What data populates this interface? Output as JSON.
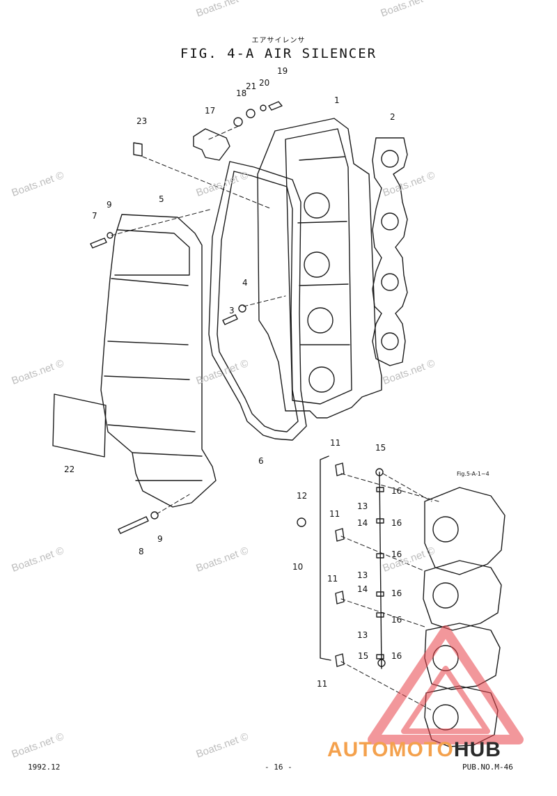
{
  "header": {
    "subtitle_jp": "エアサイレンサ",
    "title": "FIG.  4-A AIR SILENCER"
  },
  "callouts": [
    "1",
    "2",
    "3",
    "4",
    "5",
    "6",
    "7",
    "8",
    "9",
    "9",
    "10",
    "11",
    "11",
    "11",
    "11",
    "12",
    "13",
    "13",
    "13",
    "14",
    "14",
    "15",
    "15",
    "16",
    "16",
    "16",
    "16",
    "16",
    "16",
    "17",
    "18",
    "19",
    "20",
    "21",
    "22",
    "23"
  ],
  "reference_note": "Fig.5-A-1~4",
  "footer": {
    "date": "1992.12",
    "page": "- 16 -",
    "pub_no": "PUB.NO.M-46"
  },
  "watermarks": [
    "Boats.net ©"
  ],
  "logo": {
    "part1": "AUTO",
    "part2": "MOTO",
    "part3": "HUB"
  },
  "colors": {
    "logo_orange": "#f4a14d",
    "logo_red": "#e8434a",
    "logo_dark": "#2a2a2a",
    "line": "#1a1a1a"
  }
}
